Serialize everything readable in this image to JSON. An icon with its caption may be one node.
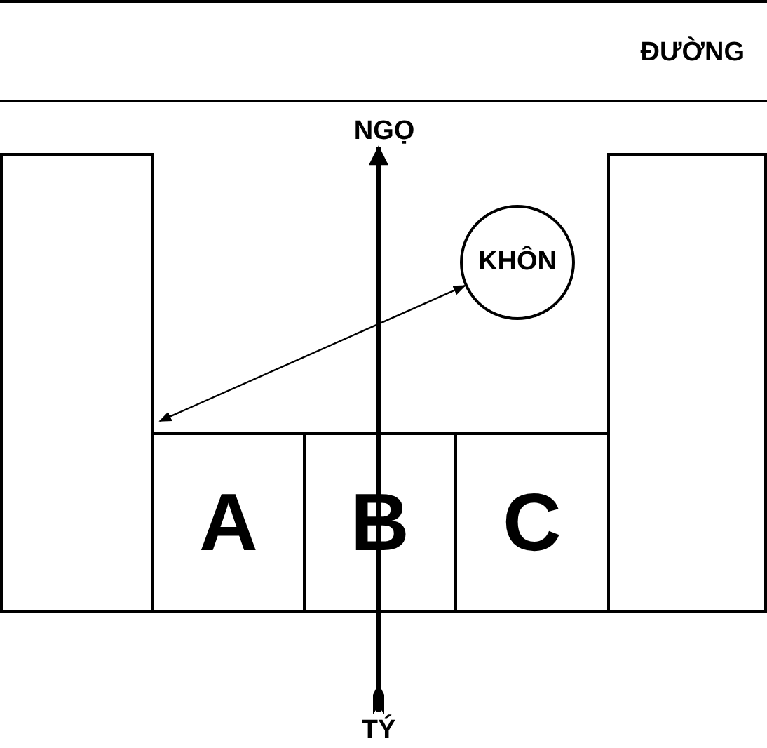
{
  "diagram": {
    "nodes": [
      {
        "text": [
          "ĐƯỜNG"
        ]
      },
      {
        "text": [],
        "shape": "box"
      },
      {
        "text": [],
        "shape": "box"
      },
      {
        "text": [
          "A"
        ]
      },
      {
        "text": [
          "B"
        ]
      },
      {
        "text": [
          "C"
        ]
      },
      {
        "text": [
          "KHÔN"
        ]
      },
      {
        "text": [
          "NGỌ"
        ]
      },
      {
        "text": [
          "TÝ"
        ]
      }
    ],
    "edges": [
      {
        "from": 8,
        "to": 4,
        "arrow": "other"
      },
      {
        "from": 4,
        "to": 7,
        "arrow": "to"
      },
      {
        "from": 6,
        "to": 3,
        "arrow": "both"
      }
    ]
  }
}
